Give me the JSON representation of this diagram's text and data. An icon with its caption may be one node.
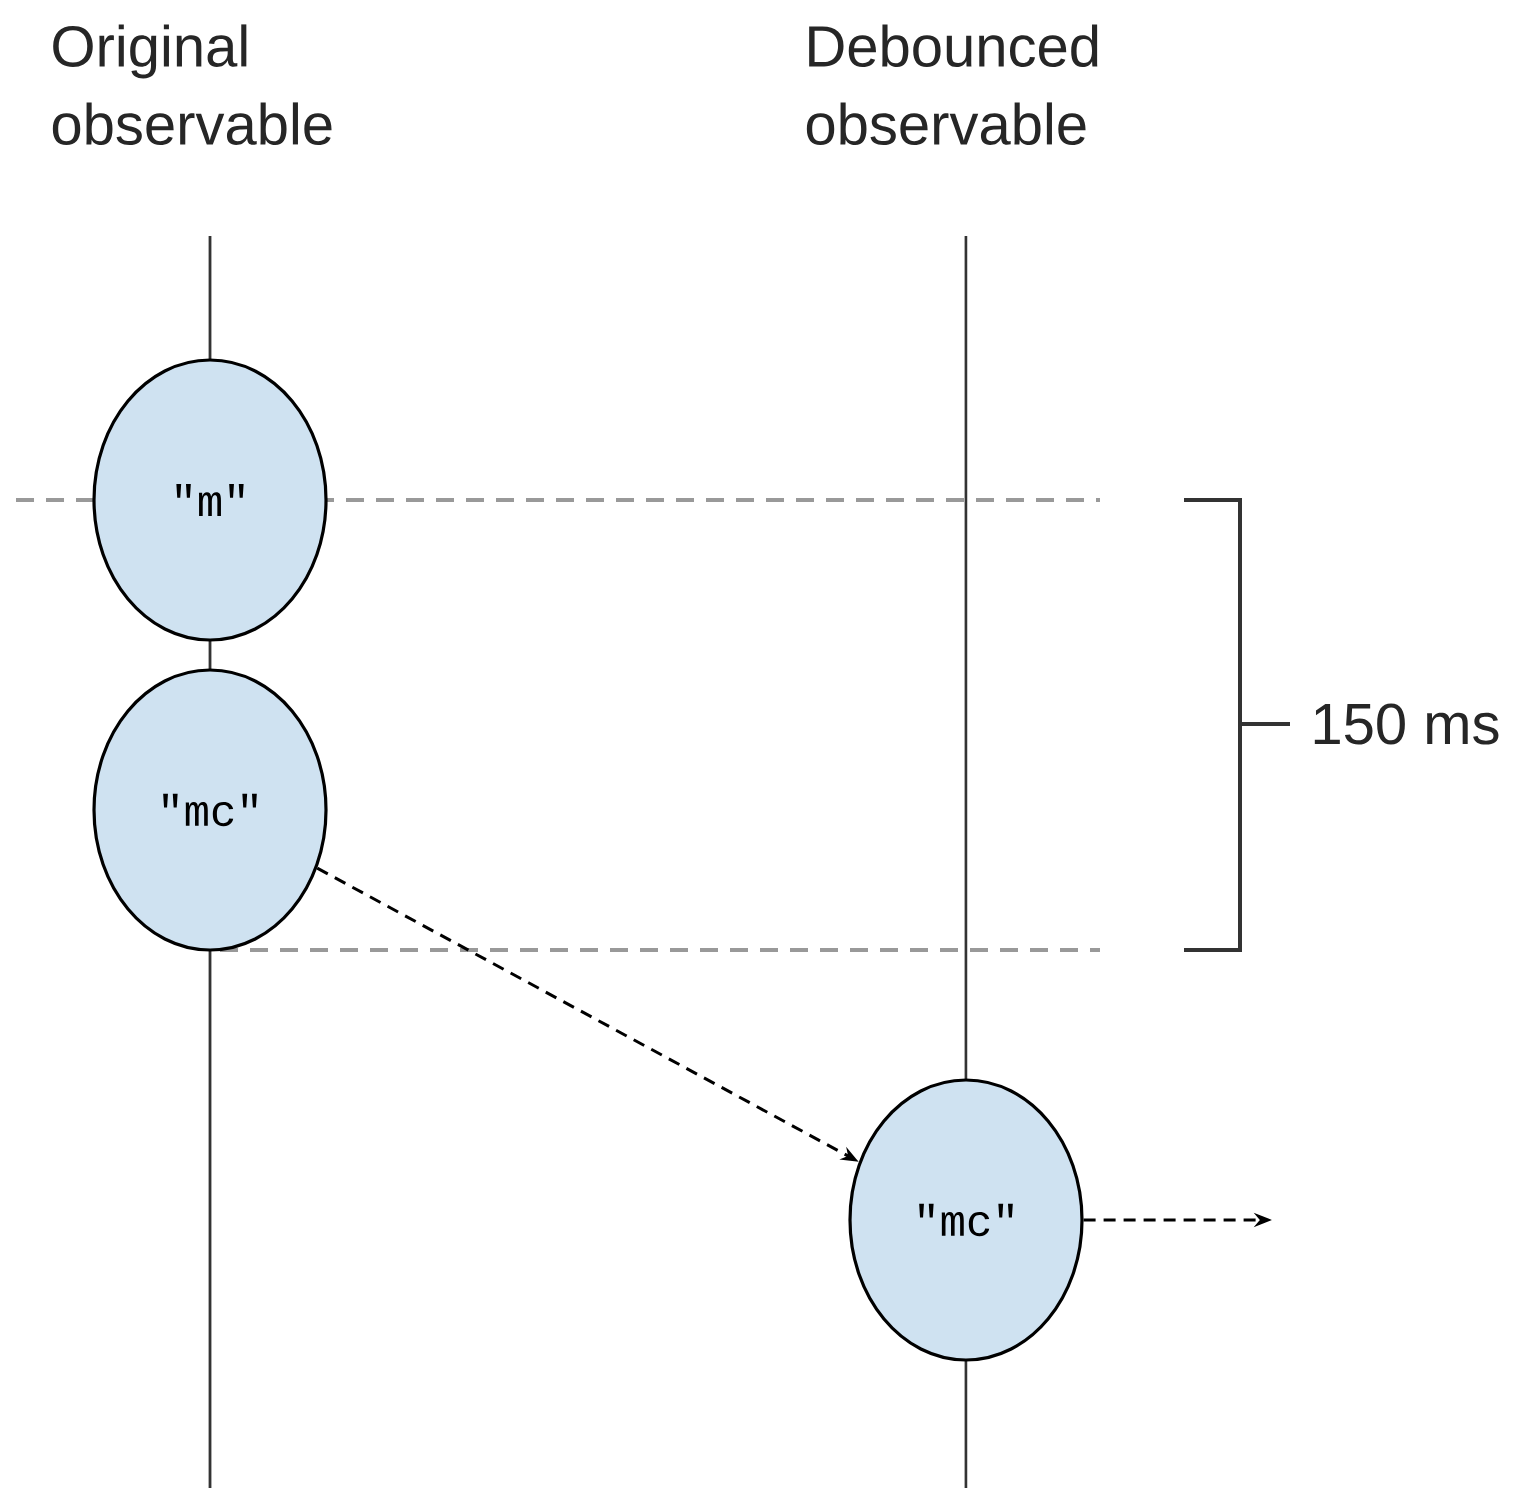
{
  "diagram": {
    "nodes": [
      {
        "text": [
          "\"m\""
        ]
      },
      {
        "text": [
          "\"mc\""
        ]
      },
      {
        "text": [
          "\"mc\""
        ]
      }
    ],
    "edges": [
      {
        "from": 1,
        "to": 2,
        "arrow": "to",
        "style": "dashed"
      },
      {
        "from": 2,
        "to": null,
        "arrow": "to",
        "style": "dashed"
      }
    ],
    "labels": [
      "Original observable",
      "Debounced observable",
      "150 ms"
    ]
  }
}
